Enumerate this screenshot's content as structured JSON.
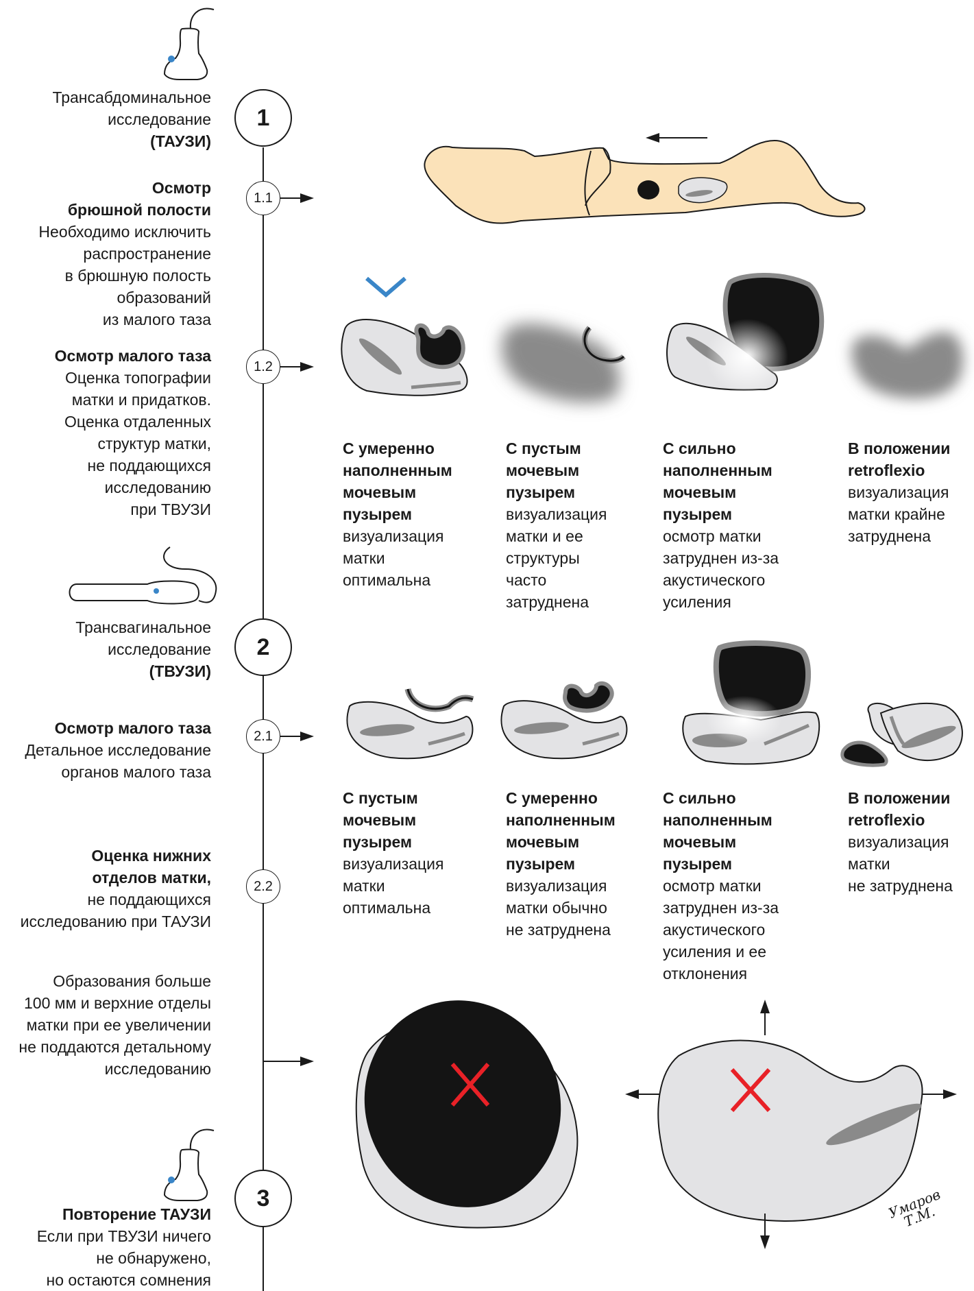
{
  "steps": [
    {
      "num": "1"
    },
    {
      "num": "2"
    },
    {
      "num": "3"
    }
  ],
  "substeps": [
    {
      "num": "1.1"
    },
    {
      "num": "1.2"
    },
    {
      "num": "2.1"
    },
    {
      "num": "2.2"
    }
  ],
  "left": {
    "s1": {
      "l1": "Трансабдоминальное",
      "l2": "исследование",
      "l3": "(ТАУЗИ)"
    },
    "s11": {
      "b1": "Осмотр",
      "b2": "брюшной полости",
      "l1": "Необходимо исключить",
      "l2": "распространение",
      "l3": "в брюшную полость",
      "l4": "образований",
      "l5": "из малого таза"
    },
    "s12": {
      "b1": "Осмотр малого таза",
      "l1": "Оценка топографии",
      "l2": "матки и придатков.",
      "l3": "Оценка отдаленных",
      "l4": "структур матки,",
      "l5": "не поддающихся",
      "l6": "исследованию",
      "l7": "при ТВУЗИ"
    },
    "s2": {
      "l1": "Трансвагинальное",
      "l2": "исследование",
      "l3": "(ТВУЗИ)"
    },
    "s21": {
      "b1": "Осмотр малого таза",
      "l1": "Детальное исследование",
      "l2": "органов малого таза"
    },
    "s22": {
      "b1": "Оценка нижних",
      "b2": "отделов матки,",
      "l1": "не поддающихся",
      "l2": "исследованию при ТАУЗИ"
    },
    "large": {
      "l1": "Образования больше",
      "l2": "100 мм и верхние отделы",
      "l3": "матки при ее увеличении",
      "l4": "не поддаются детальному",
      "l5": "исследованию"
    },
    "s3": {
      "b1": "Повторение ТАУЗИ",
      "l1": "Если при ТВУЗИ ничего",
      "l2": "не обнаружено,",
      "l3": "но остаются сомнения"
    }
  },
  "row1": [
    {
      "b": [
        "С умеренно",
        "наполненным",
        "мочевым",
        "пузырем"
      ],
      "n": [
        "визуализация",
        "матки",
        "оптимальна"
      ]
    },
    {
      "b": [
        "С пустым",
        "мочевым",
        "пузырем"
      ],
      "n": [
        "визуализация",
        "матки и ее",
        "структуры",
        "часто",
        "затруднена"
      ]
    },
    {
      "b": [
        "С сильно",
        "наполненным",
        "мочевым пузырем"
      ],
      "n": [
        "осмотр матки",
        "затруднен из-за",
        "акустического",
        "усиления"
      ]
    },
    {
      "b": [
        "В положении",
        "retroflexio"
      ],
      "n": [
        "визуализация",
        "матки крайне",
        "затруднена"
      ]
    }
  ],
  "row2": [
    {
      "b": [
        "С пустым",
        "мочевым",
        "пузырем"
      ],
      "n": [
        "визуализация",
        "матки",
        "оптимальна"
      ]
    },
    {
      "b": [
        "С умеренно",
        "наполненным",
        "мочевым",
        "пузырем"
      ],
      "n": [
        "визуализация",
        "матки обычно",
        "не затруднена"
      ]
    },
    {
      "b": [
        "С сильно",
        "наполненным",
        "мочевым пузырем"
      ],
      "n": [
        "осмотр матки",
        "затруднен из-за",
        "акустического",
        "усиления и ее",
        "отклонения"
      ]
    },
    {
      "b": [
        "В положении",
        "retroflexio"
      ],
      "n": [
        "визуализация",
        "матки",
        "не затруднена"
      ]
    }
  ],
  "signature": {
    "l1": "Умаров",
    "l2": "Т.М."
  },
  "colors": {
    "body": "#fbe2b9",
    "organ": "#e3e3e5",
    "dark": "#141414",
    "gray": "#8a8a8a",
    "mark": "#e82127",
    "probe_dot": "#3a86c8"
  }
}
